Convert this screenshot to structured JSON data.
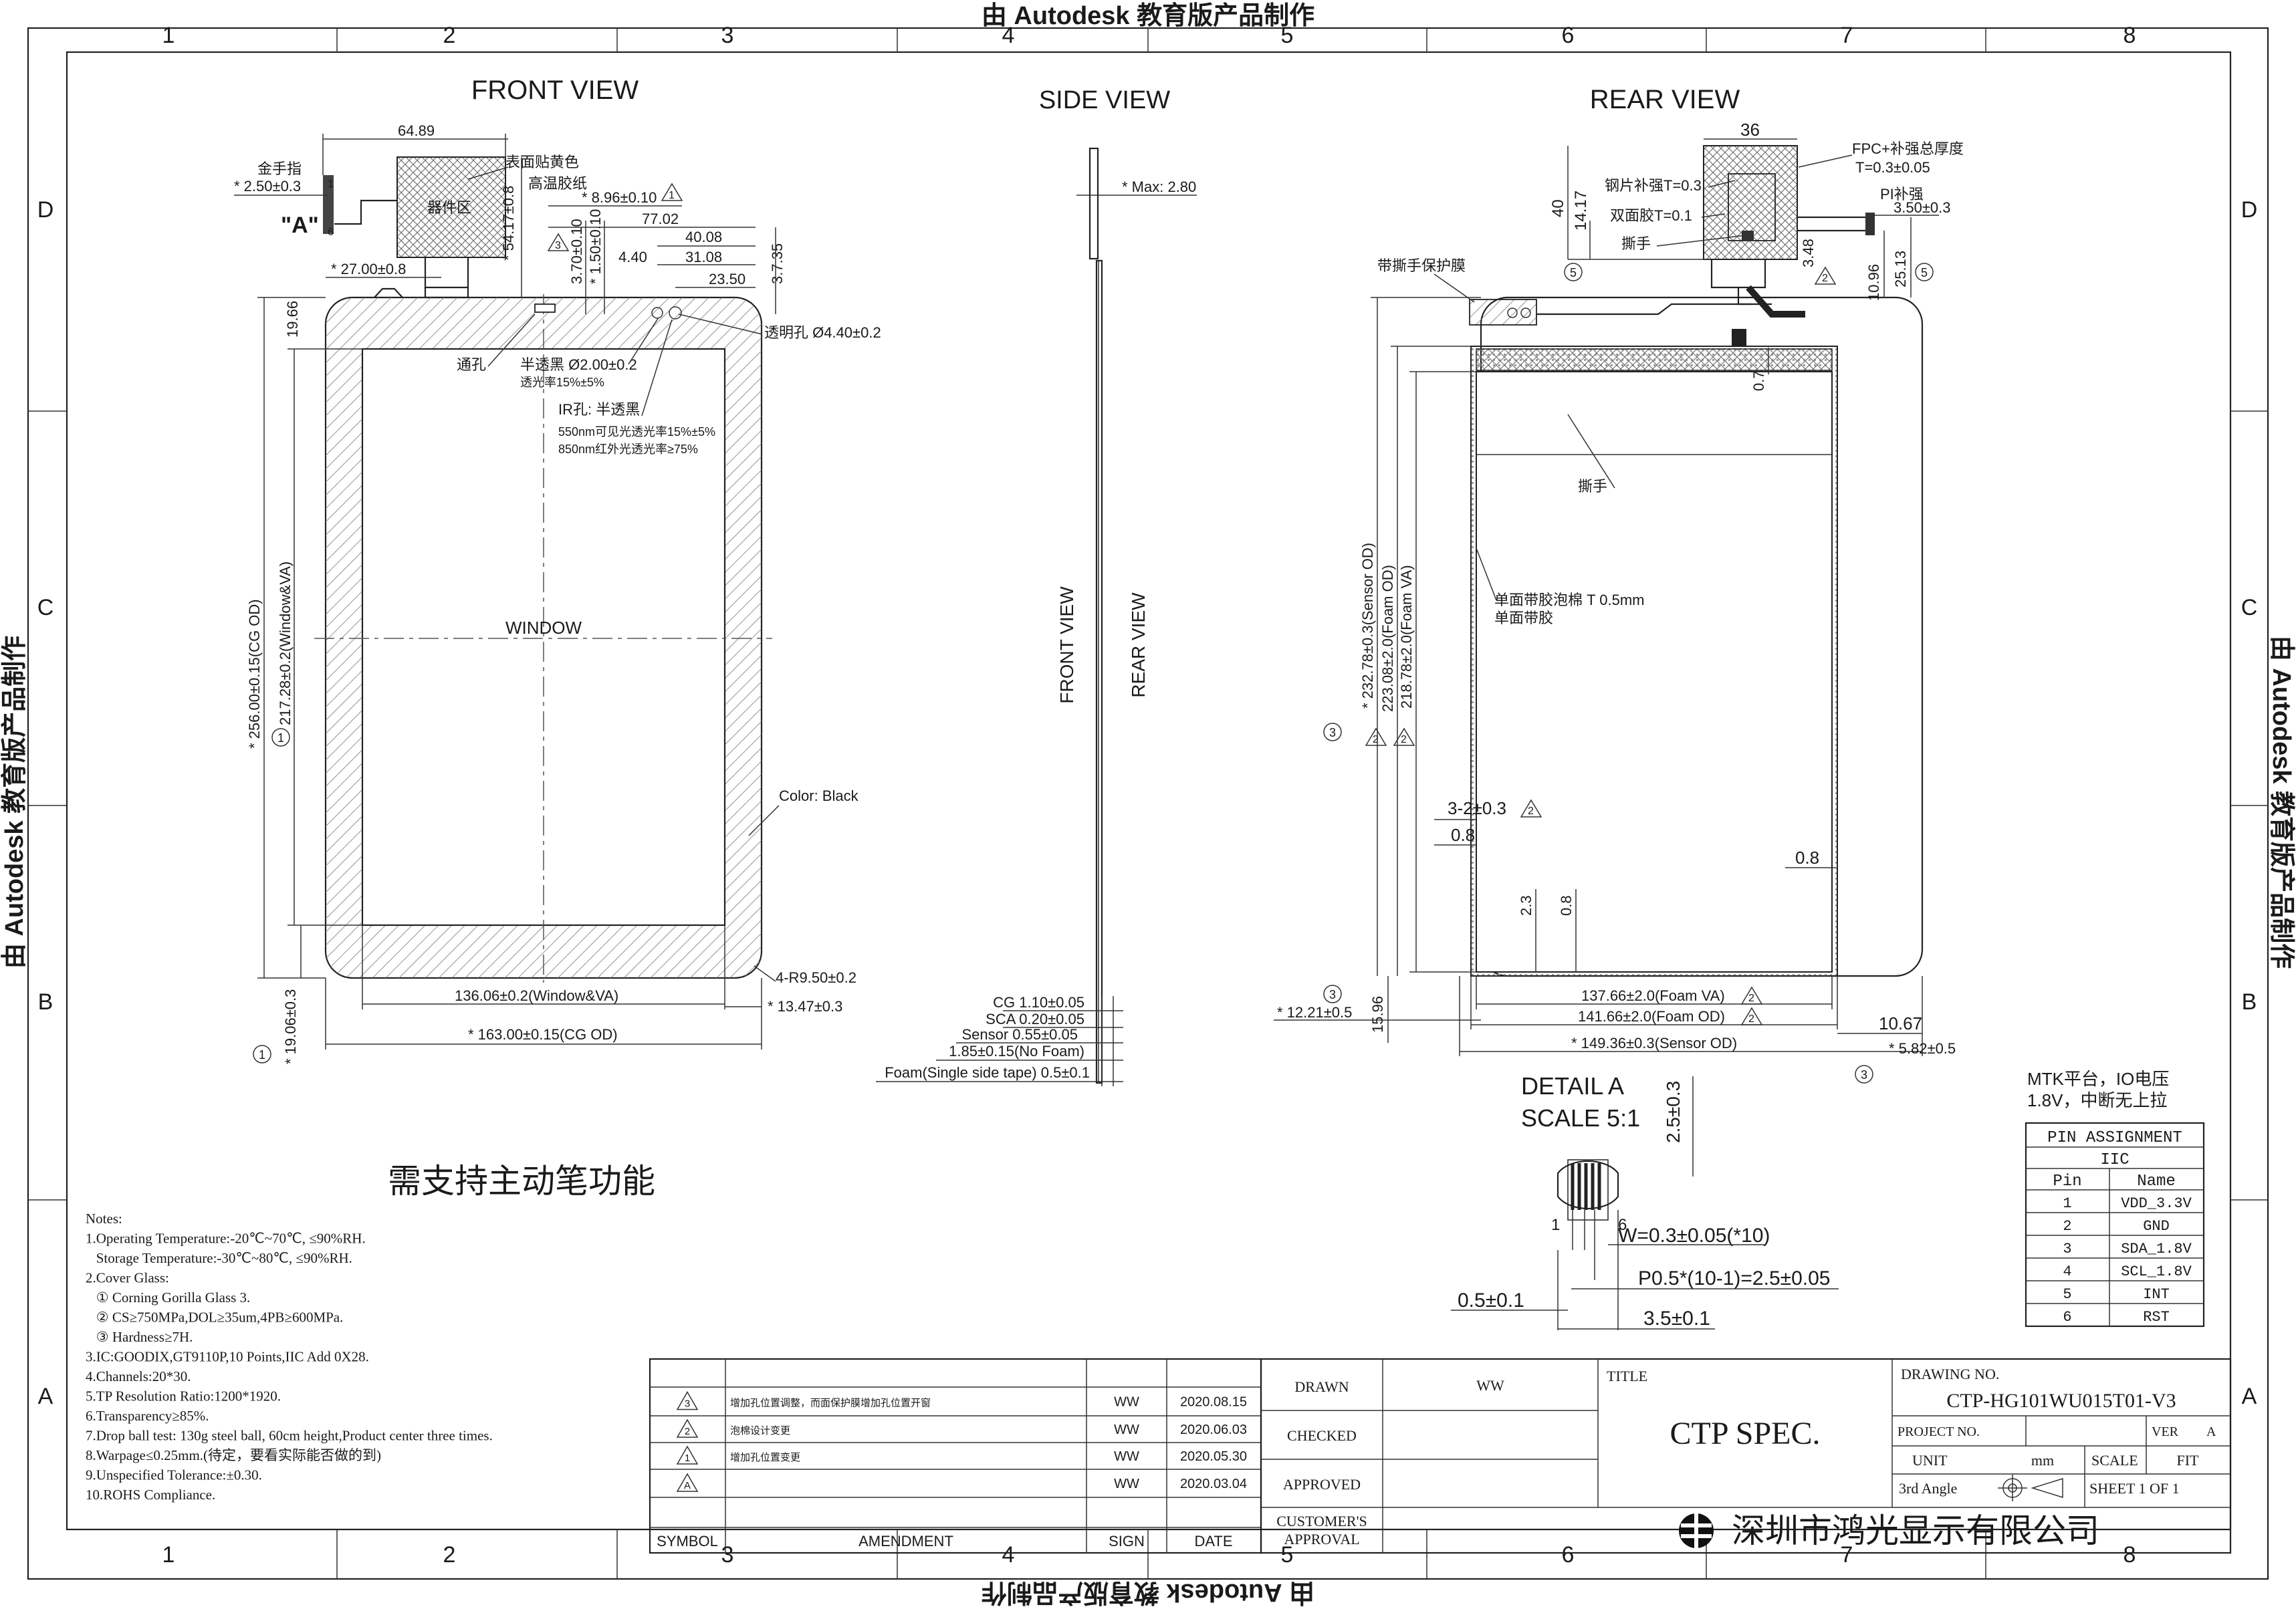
{
  "watermark": "由 Autodesk 教育版产品制作",
  "grid": {
    "columns": [
      "1",
      "2",
      "3",
      "4",
      "5",
      "6",
      "7",
      "8"
    ],
    "rows": [
      "D",
      "C",
      "B",
      "A"
    ]
  },
  "front_view": {
    "title": "FRONT VIEW",
    "dims": {
      "w6489": "64.89",
      "finger": "金手指",
      "d250": "* 2.50±0.3",
      "a_label": "\"A\"",
      "pin1": "1",
      "pin6": "6",
      "component_zone": "器件区",
      "d5417": "* 54.17±0.8",
      "d2700": "* 27.00±0.8",
      "surface_note1": "表面贴黄色",
      "surface_note2": "高温胶纸",
      "d896": "* 8.96±0.10",
      "tri1": "1",
      "d7702": "77.02",
      "d370": "3.70±0.10",
      "d150": "* 1.50±0.10",
      "d4008": "40.08",
      "d440": "4.40",
      "d3108": "31.08",
      "d2350": "23.50",
      "d735": "3.7.35",
      "tri3": "3",
      "d1966": "19.66",
      "clear_hole": "透明孔  Ø4.40±0.2",
      "through_hole": "通孔",
      "semi": "半透黑  Ø2.00±0.2",
      "semi_rate": "透光率15%±5%",
      "ir_hole": "IR孔: 半透黑",
      "ir_rate1": "550nm可见光透光率15%±5%",
      "ir_rate2": "850nm红外光透光率≥75%",
      "window": "WINDOW",
      "d256": "* 256.00±0.15(CG OD)",
      "d21728": "217.28±0.2(Window&VA)",
      "circ1a": "1",
      "color": "Color: Black",
      "r950": "4-R9.50±0.2",
      "d13606": "136.06±0.2(Window&VA)",
      "d1347": "* 13.47±0.3",
      "d1906": "* 19.06±0.3",
      "circ1b": "1",
      "d16300": "* 163.00±0.15(CG OD)"
    }
  },
  "side_view": {
    "title": "SIDE VIEW",
    "max": "* Max: 2.80",
    "front_label": "FRONT VIEW",
    "rear_label": "REAR VIEW",
    "stack": [
      "CG 1.10±0.05",
      "SCA 0.20±0.05",
      "Sensor 0.55±0.05",
      "1.85±0.15(No Foam)",
      "Foam(Single side tape) 0.5±0.1"
    ]
  },
  "rear_view": {
    "title": "REAR VIEW",
    "dims": {
      "d36": "36",
      "fpc_note1": "FPC+补强总厚度",
      "fpc_note2": "T=0.3±0.05",
      "steel": "钢片补强T=0.3",
      "pi": "PI补强",
      "d350": "3.50±0.3",
      "d40": "40",
      "d1417": "14.17",
      "tape": "双面胶T=0.1",
      "tear": "撕手",
      "circ5a": "5",
      "d348": "3.48",
      "d1096": "10.96",
      "d2513": "25.13",
      "circ5b": "5",
      "tri2": "2",
      "protect": "带撕手保护膜",
      "d07": "0.7",
      "tear2": "撕手",
      "foam1": "单面带胶泡棉  T 0.5mm",
      "foam2": "单面带胶",
      "d23278": "* 232.78±0.3(Sensor OD)",
      "d22308": "223.08±2.0(Foam OD)",
      "d21878": "218.78±2.0(Foam VA)",
      "circ3a": "3",
      "tri2a": "2",
      "tri2b": "2",
      "d32": "3-2±0.3",
      "tri2c": "2",
      "d08a": "0.8",
      "d08b": "0.8",
      "d23": "2.3",
      "d08c": "0.8",
      "circ3b": "3",
      "d1221": "* 12.21±0.5",
      "d1596": "15.96",
      "d13766": "137.66±2.0(Foam VA)",
      "tri2d": "2",
      "d14166": "141.66±2.0(Foam OD)",
      "tri2e": "2",
      "d1067": "10.67",
      "d14936": "* 149.36±0.3(Sensor OD)",
      "d582": "* 5.82±0.5",
      "circ3c": "3"
    }
  },
  "detail": {
    "title1": "DETAIL A",
    "title2": "SCALE 5:1",
    "d25": "2.5±0.3",
    "pin1": "1",
    "pin6": "6",
    "w": "W=0.3±0.05(*10)",
    "p": "P0.5*(10-1)=2.5±0.05",
    "d05": "0.5±0.1",
    "d35": "3.5±0.1"
  },
  "pen_note": "需支持主动笔功能",
  "mtk_note1": "MTK平台，IO电压",
  "mtk_note2": "1.8V，中断无上拉",
  "pin_table": {
    "title": "PIN ASSIGNMENT",
    "bus": "IIC",
    "col_pin": "Pin",
    "col_name": "Name",
    "rows": [
      {
        "pin": "1",
        "name": "VDD_3.3V"
      },
      {
        "pin": "2",
        "name": "GND"
      },
      {
        "pin": "3",
        "name": "SDA_1.8V"
      },
      {
        "pin": "4",
        "name": "SCL_1.8V"
      },
      {
        "pin": "5",
        "name": "INT"
      },
      {
        "pin": "6",
        "name": "RST"
      }
    ]
  },
  "notes": [
    "Notes:",
    "1.Operating Temperature:-20℃~70℃, ≤90%RH.",
    "   Storage Temperature:-30℃~80℃, ≤90%RH.",
    "2.Cover Glass:",
    "   ① Corning Gorilla Glass 3.",
    "   ② CS≥750MPa,DOL≥35um,4PB≥600MPa.",
    "   ③ Hardness≥7H.",
    "3.IC:GOODIX,GT9110P,10 Points,IIC Add 0X28.",
    "4.Channels:20*30.",
    "5.TP Resolution Ratio:1200*1920.",
    "6.Transparency≥85%.",
    "7.Drop ball test: 130g steel ball, 60cm height,Product center three times.",
    "8.Warpage≤0.25mm.(待定，要看实际能否做的到)",
    "9.Unspecified Tolerance:±0.30.",
    "10.ROHS Compliance."
  ],
  "revisions": {
    "rows": [
      {
        "sym": "3",
        "amend": "增加孔位置调整，而面保护膜增加孔位置开窗",
        "sign": "WW",
        "date": "2020.08.15"
      },
      {
        "sym": "2",
        "amend": "泡棉设计变更",
        "sign": "WW",
        "date": "2020.06.03"
      },
      {
        "sym": "1",
        "amend": "增加孔位置变更",
        "sign": "WW",
        "date": "2020.05.30"
      },
      {
        "sym": "A",
        "amend": "",
        "sign": "WW",
        "date": "2020.03.04"
      }
    ],
    "headers": {
      "sym": "SYMBOL",
      "amend": "AMENDMENT",
      "sign": "SIGN",
      "date": "DATE"
    }
  },
  "title_block": {
    "drawn": "DRAWN",
    "drawn_by": "WW",
    "checked": "CHECKED",
    "approved": "APPROVED",
    "customer1": "CUSTOMER'S",
    "customer2": "APPROVAL",
    "title_label": "TITLE",
    "title": "CTP  SPEC.",
    "drawing_no_label": "DRAWING  NO.",
    "drawing_no": "CTP-HG101WU015T01-V3",
    "project_no": "PROJECT NO.",
    "ver": "VER",
    "ver_value": "A",
    "unit": "UNIT",
    "unit_value": "mm",
    "scale": "SCALE",
    "scale_value": "FIT",
    "angle": "3rd Angle",
    "sheet": "SHEET  1  OF  1",
    "company": "深圳市鸿光显示有限公司"
  }
}
